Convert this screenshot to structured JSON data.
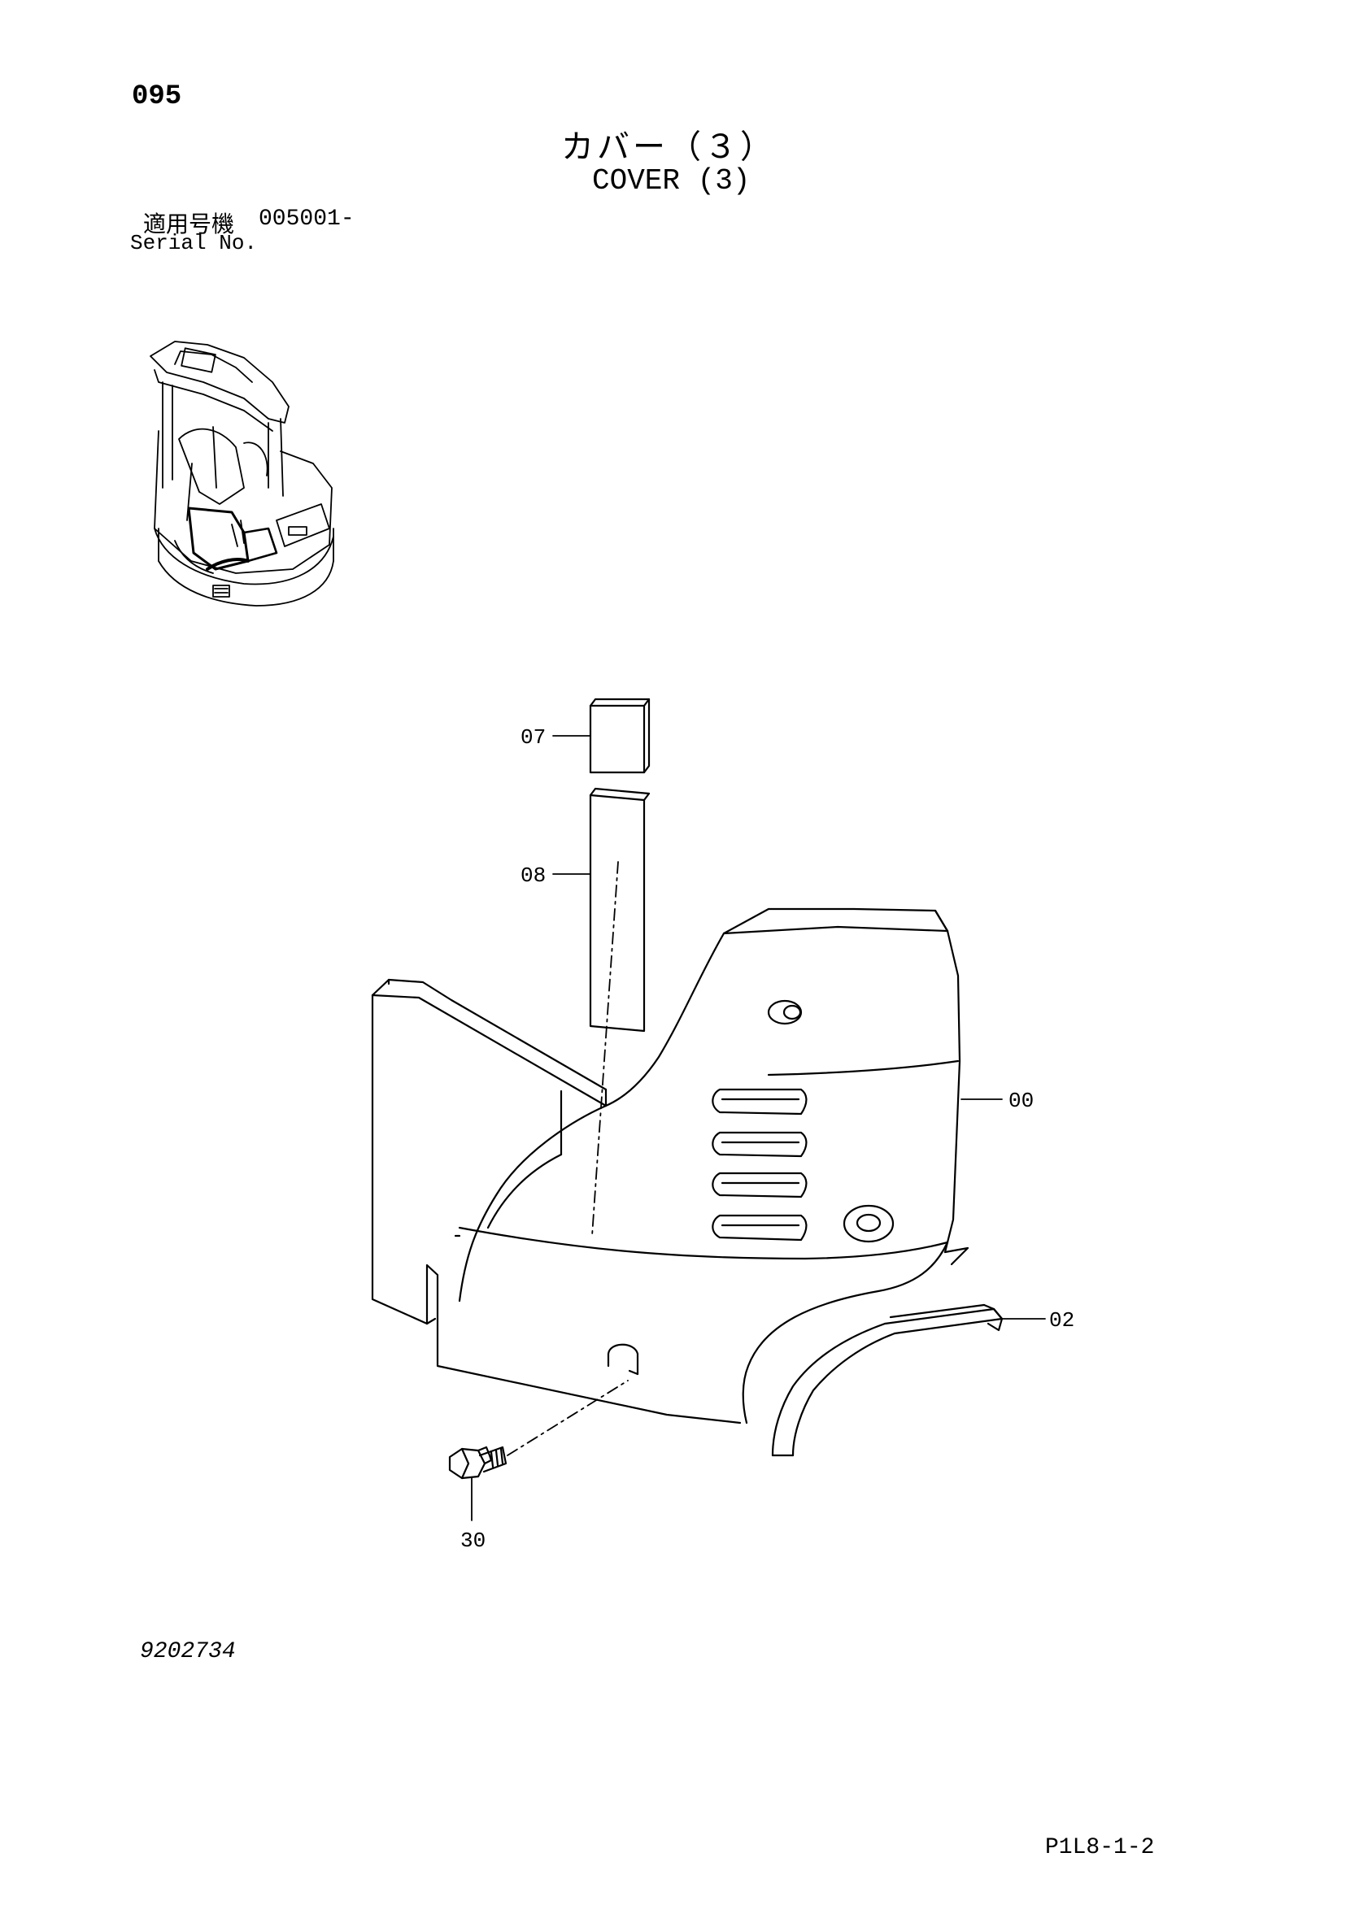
{
  "header": {
    "page_number": "095",
    "title_jp": "カバー（３）",
    "title_en": "COVER (3)"
  },
  "serial": {
    "label_jp": "適用号機",
    "value": "005001-",
    "label_en": "Serial No."
  },
  "callouts": {
    "c07": "07",
    "c08": "08",
    "c00": "00",
    "c02": "02",
    "c30": "30"
  },
  "footer": {
    "drawing_number": "9202734",
    "page_code": "P1L8-1-2"
  }
}
